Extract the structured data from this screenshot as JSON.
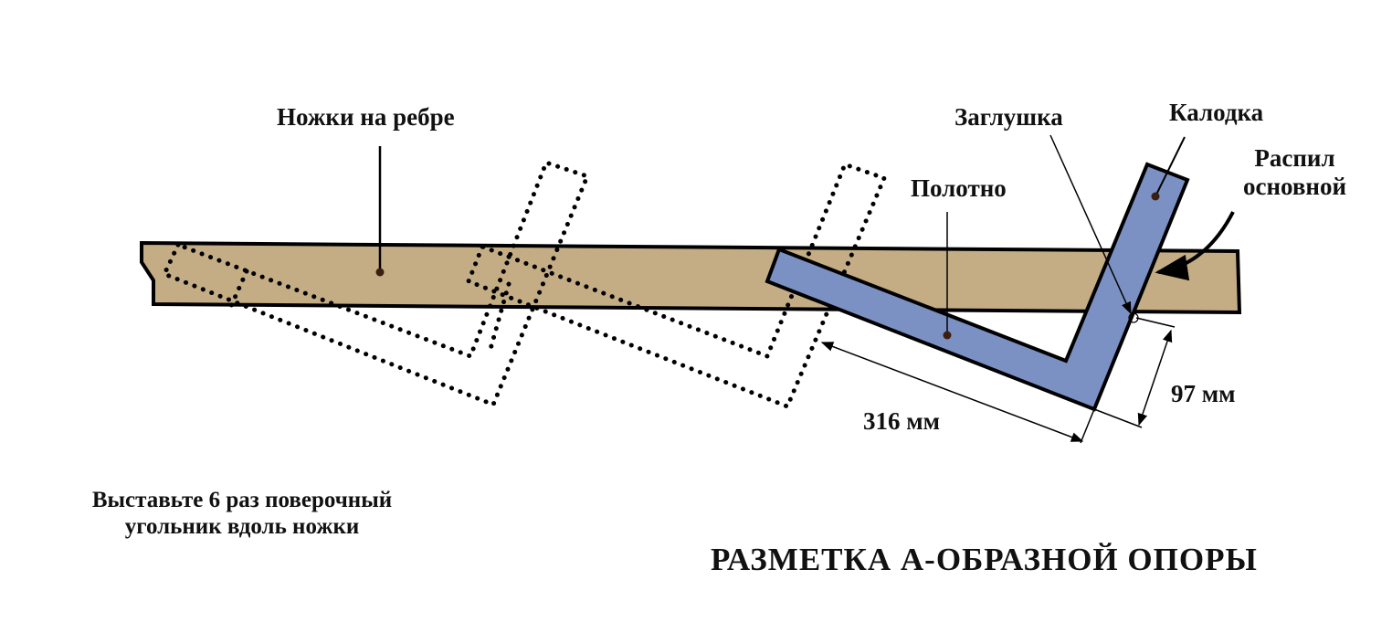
{
  "labels": {
    "legs_on_edge": "Ножки на ребре",
    "plug": "Заглушка",
    "stock": "Калодка",
    "blade": "Полотно",
    "main_cut_line1": "Распил",
    "main_cut_line2": "основной"
  },
  "dimensions": {
    "blade_length": "316 мм",
    "stock_width": "97 мм"
  },
  "instruction": {
    "line1": "Выставьте 6 раз поверочный",
    "line2": "угольник вдоль ножки"
  },
  "title": "РАЗМЕТКА А-ОБРАЗНОЙ ОПОРЫ",
  "colors": {
    "board": "#c4ad84",
    "square": "#7b91c4",
    "outline": "#000000",
    "dot": "#3a1e0e"
  }
}
